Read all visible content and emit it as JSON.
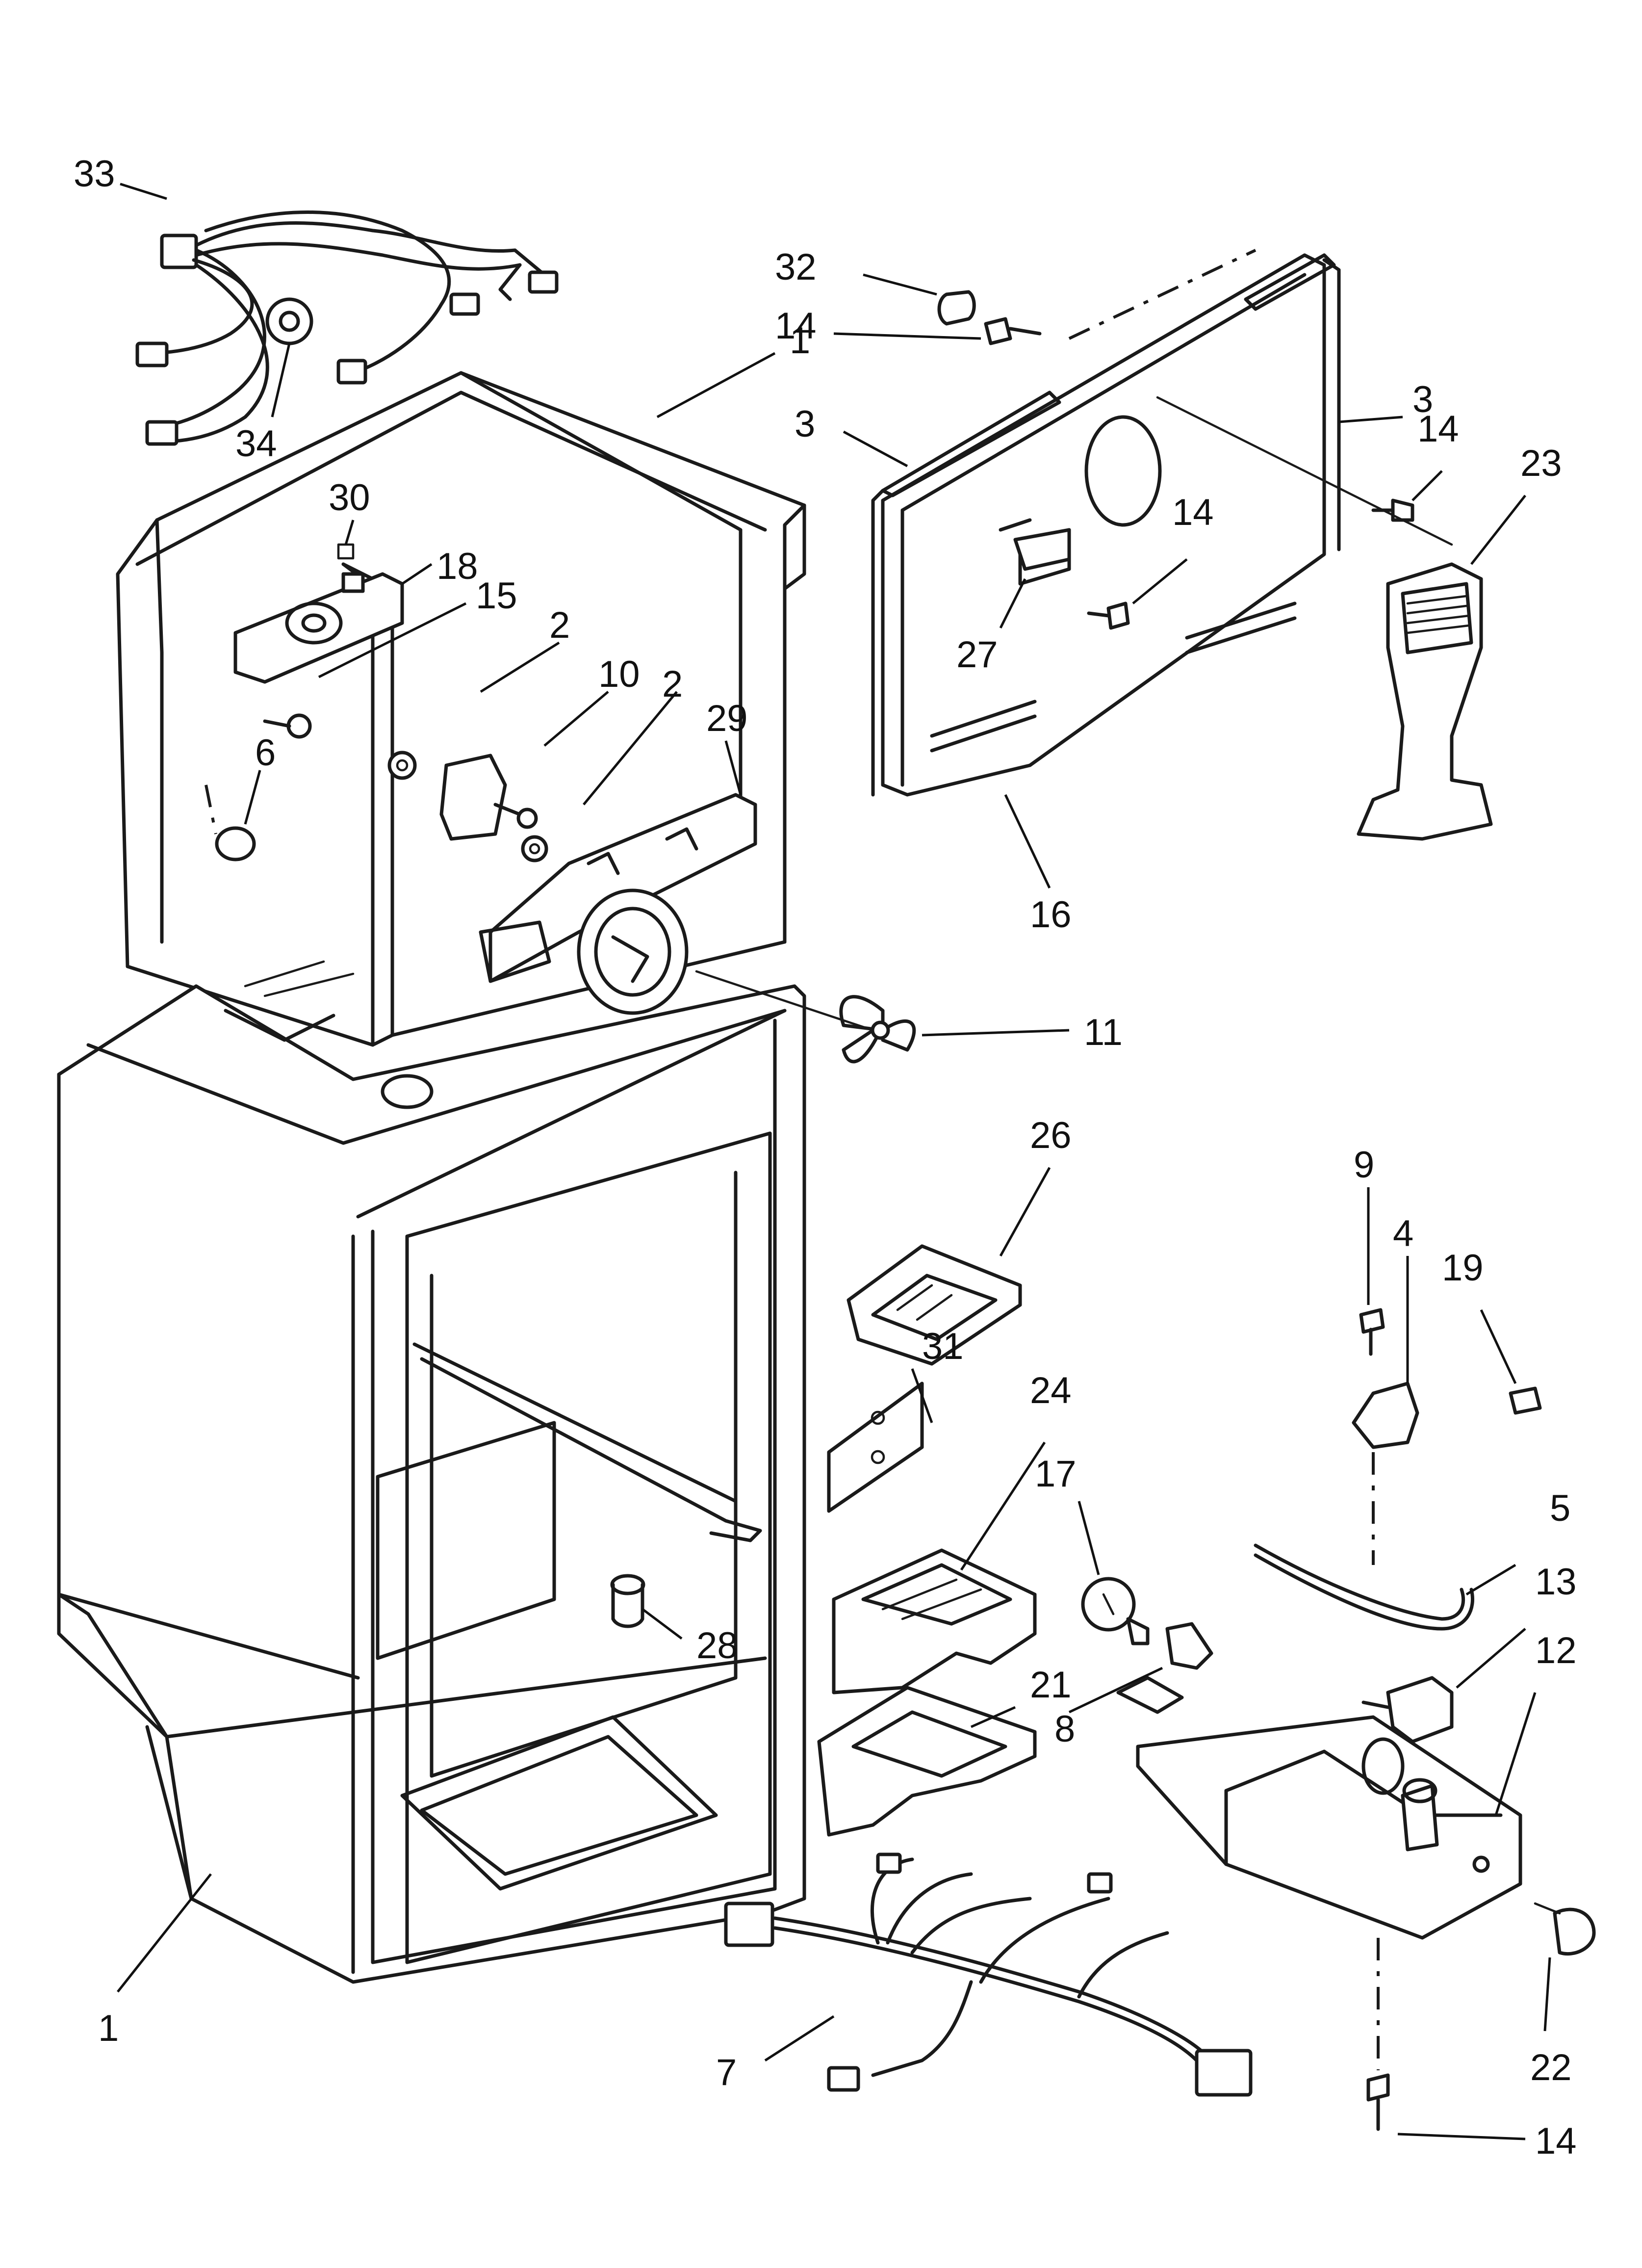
{
  "diagram": {
    "callouts": [
      {
        "id": "c33a",
        "label": "33"
      },
      {
        "id": "c34",
        "label": "34"
      },
      {
        "id": "c1a",
        "label": "1"
      },
      {
        "id": "c30",
        "label": "30"
      },
      {
        "id": "c18",
        "label": "18"
      },
      {
        "id": "c15",
        "label": "15"
      },
      {
        "id": "c2a",
        "label": "2"
      },
      {
        "id": "c10",
        "label": "10"
      },
      {
        "id": "c2b",
        "label": "2"
      },
      {
        "id": "c29",
        "label": "29"
      },
      {
        "id": "c6",
        "label": "6"
      },
      {
        "id": "c32",
        "label": "32"
      },
      {
        "id": "c14a",
        "label": "14"
      },
      {
        "id": "c3a",
        "label": "3"
      },
      {
        "id": "c3b",
        "label": "3"
      },
      {
        "id": "c14b",
        "label": "14"
      },
      {
        "id": "c23",
        "label": "23"
      },
      {
        "id": "c14c",
        "label": "14"
      },
      {
        "id": "c27",
        "label": "27"
      },
      {
        "id": "c16",
        "label": "16"
      },
      {
        "id": "c11",
        "label": "11"
      },
      {
        "id": "c26",
        "label": "26"
      },
      {
        "id": "c9",
        "label": "9"
      },
      {
        "id": "c4",
        "label": "4"
      },
      {
        "id": "c19",
        "label": "19"
      },
      {
        "id": "c31",
        "label": "31"
      },
      {
        "id": "c24",
        "label": "24"
      },
      {
        "id": "c17",
        "label": "17"
      },
      {
        "id": "c5",
        "label": "5"
      },
      {
        "id": "c13",
        "label": "13"
      },
      {
        "id": "c28",
        "label": "28"
      },
      {
        "id": "c12",
        "label": "12"
      },
      {
        "id": "c21",
        "label": "21"
      },
      {
        "id": "c8",
        "label": "8"
      },
      {
        "id": "c1b",
        "label": "1"
      },
      {
        "id": "c7",
        "label": "7"
      },
      {
        "id": "c22",
        "label": "22"
      },
      {
        "id": "c14d",
        "label": "14"
      }
    ]
  }
}
